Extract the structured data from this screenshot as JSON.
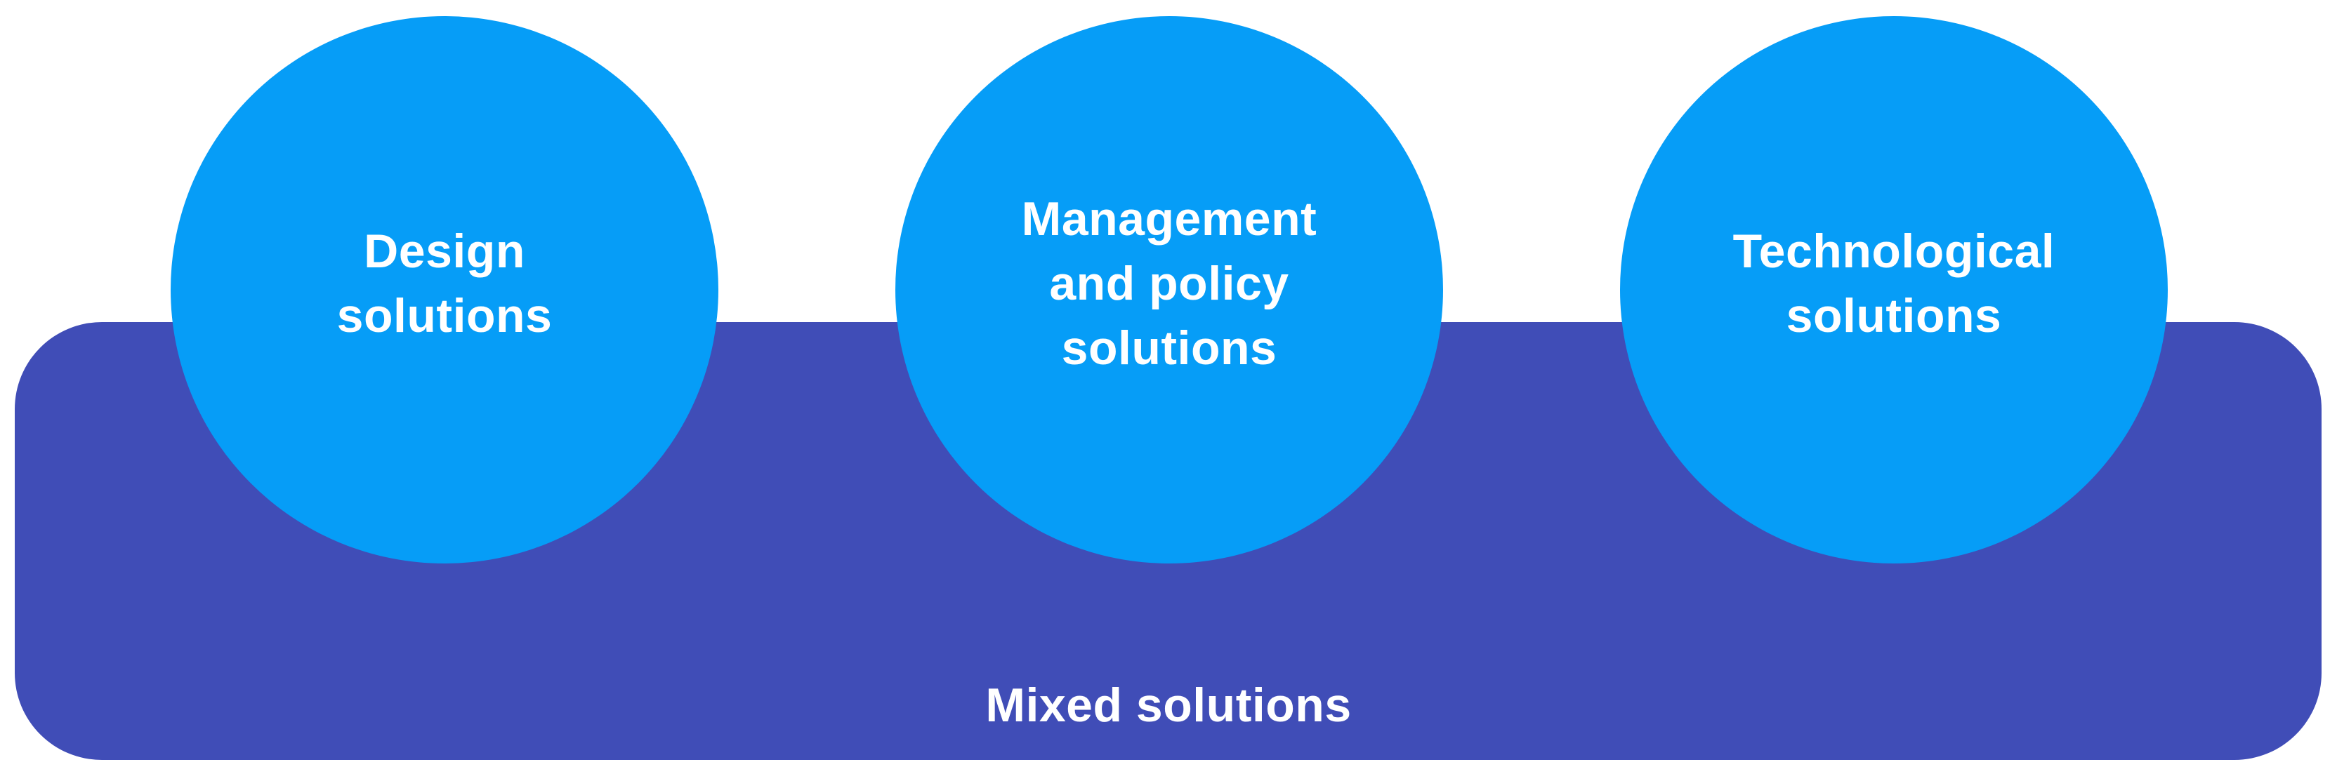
{
  "diagram": {
    "colors": {
      "band": "#404db7",
      "circle": "#069df7",
      "text": "#ffffff",
      "background": "#ffffff"
    },
    "circles": [
      {
        "label": "Design\nsolutions"
      },
      {
        "label": "Management\nand policy\nsolutions"
      },
      {
        "label": "Technological\nsolutions"
      }
    ],
    "band_label": "Mixed solutions"
  }
}
